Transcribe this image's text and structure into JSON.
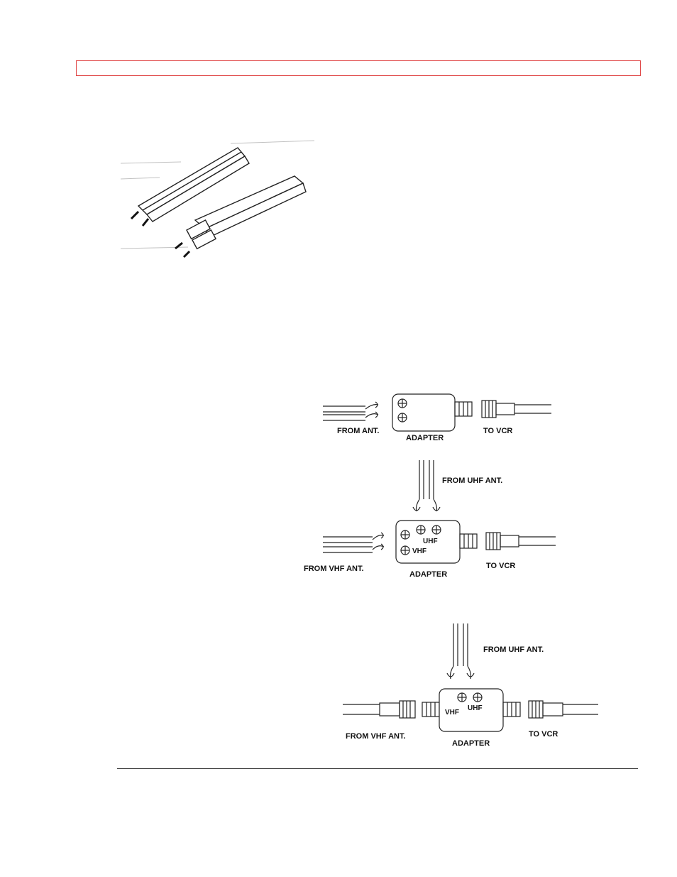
{
  "figure2": {
    "from_ant": "FROM ANT.",
    "adapter": "ADAPTER",
    "to_vcr": "TO VCR"
  },
  "figure3": {
    "from_uhf": "FROM UHF ANT.",
    "from_vhf": "FROM VHF ANT.",
    "adapter": "ADAPTER",
    "to_vcr": "TO VCR",
    "uhf_label": "UHF",
    "vhf_label": "VHF"
  },
  "figure4": {
    "from_uhf": "FROM UHF ANT.",
    "from_vhf": "FROM VHF ANT.",
    "adapter": "ADAPTER",
    "to_vcr": "TO VCR",
    "uhf_label": "UHF",
    "vhf_label": "VHF"
  },
  "colors": {
    "header_border": "#e04848",
    "line": "#222222"
  }
}
